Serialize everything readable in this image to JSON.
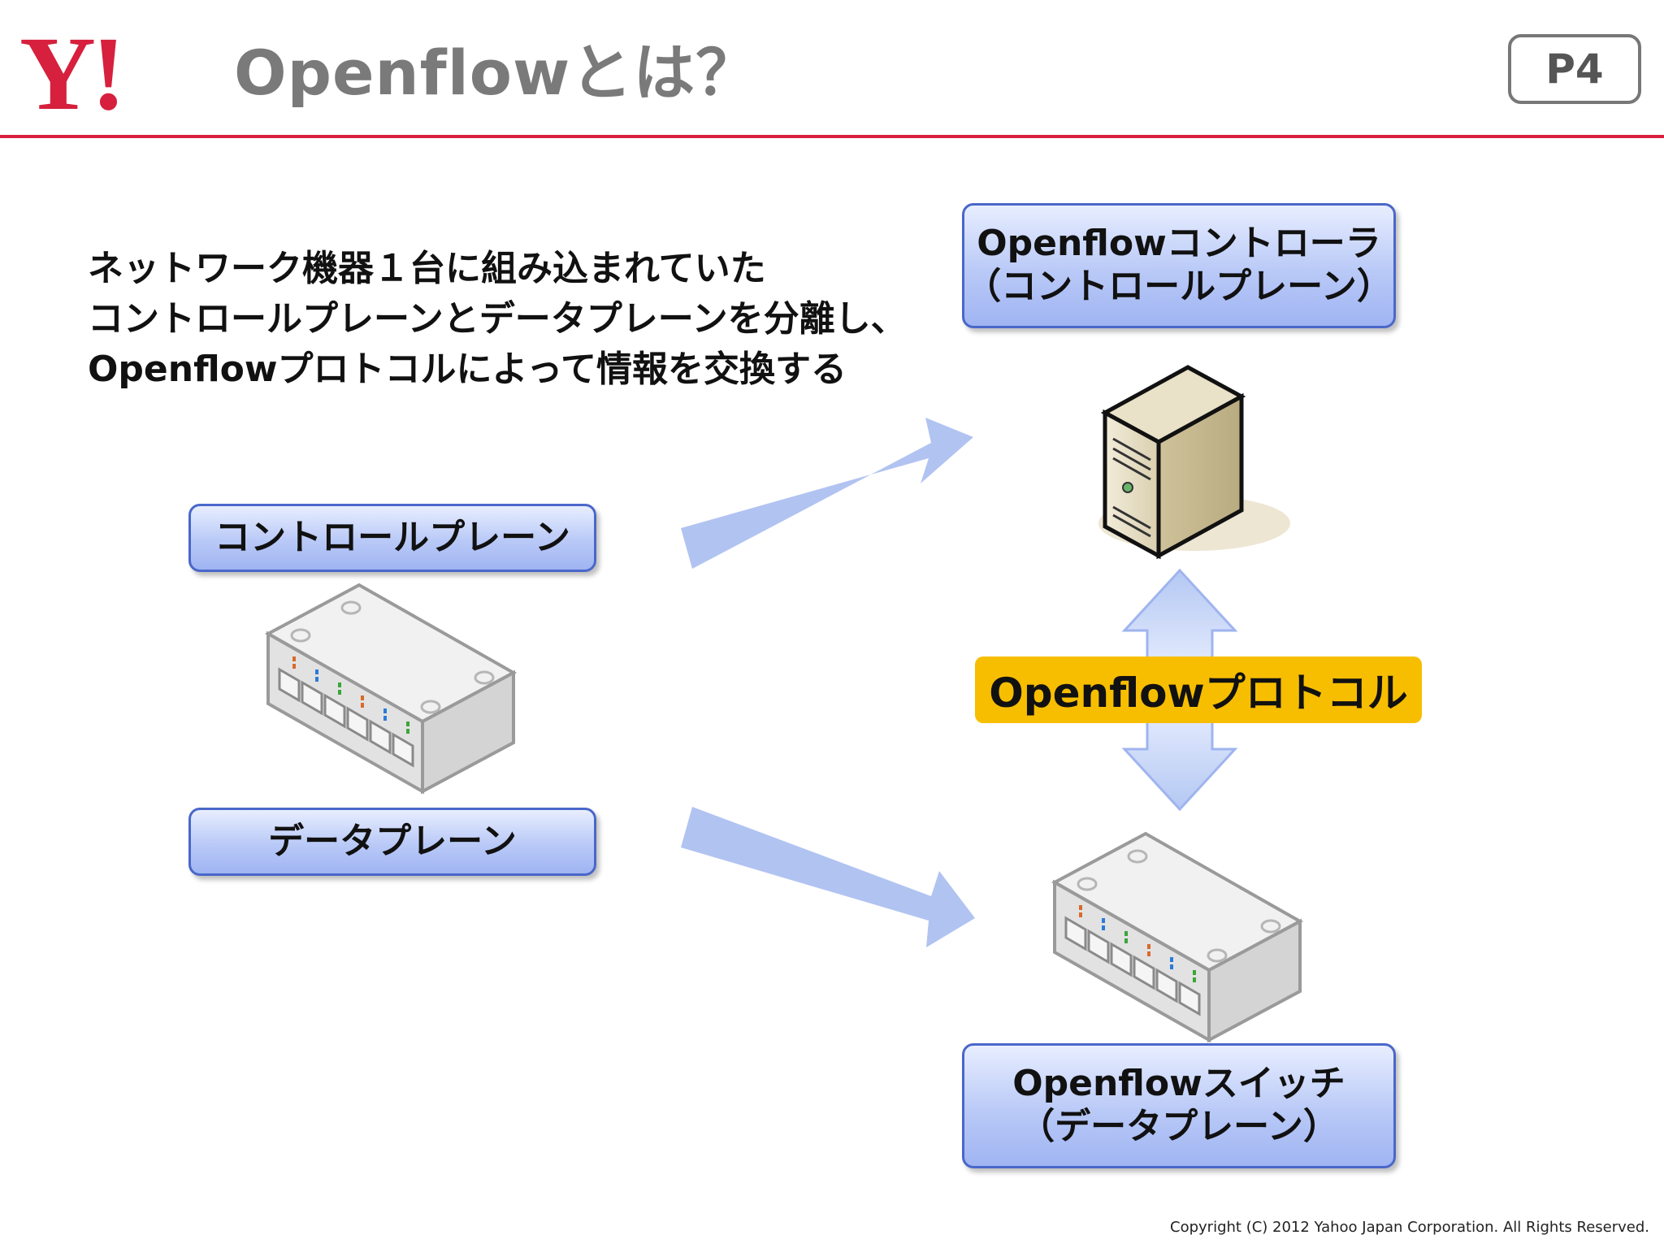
{
  "header": {
    "logo_text": "Y!",
    "title": "Openflowとは？",
    "page_number": "P4"
  },
  "description": {
    "lines": [
      "ネットワーク機器１台に組み込まれていた",
      "コントロールプレーンとデータプレーンを分離し、",
      "Openflowプロトコルによって情報を交換する"
    ]
  },
  "left": {
    "control_plane_label": "コントロールプレーン",
    "data_plane_label": "データプレーン"
  },
  "right": {
    "controller_label_line1": "Openflowコントローラ",
    "controller_label_line2": "（コントロールプレーン）",
    "protocol_label": "Openflowプロトコル",
    "switch_label_line1": "Openflowスイッチ",
    "switch_label_line2": "（データプレーン）"
  },
  "icons": {
    "logo": "yahoo-logo",
    "server": "server-icon",
    "switch": "network-switch-icon",
    "arrows": [
      "arrow-up-right-icon",
      "arrow-down-right-icon",
      "double-arrow-vertical-icon"
    ]
  },
  "colors": {
    "brand_red": "#d6203d",
    "label_blue": "#9fb4f2",
    "label_border": "#4a67c9",
    "protocol_yellow": "#f7be00",
    "arrow_blue": "#a9bdf0"
  },
  "footer": {
    "copyright": "Copyright (C) 2012 Yahoo Japan Corporation. All Rights Reserved."
  }
}
